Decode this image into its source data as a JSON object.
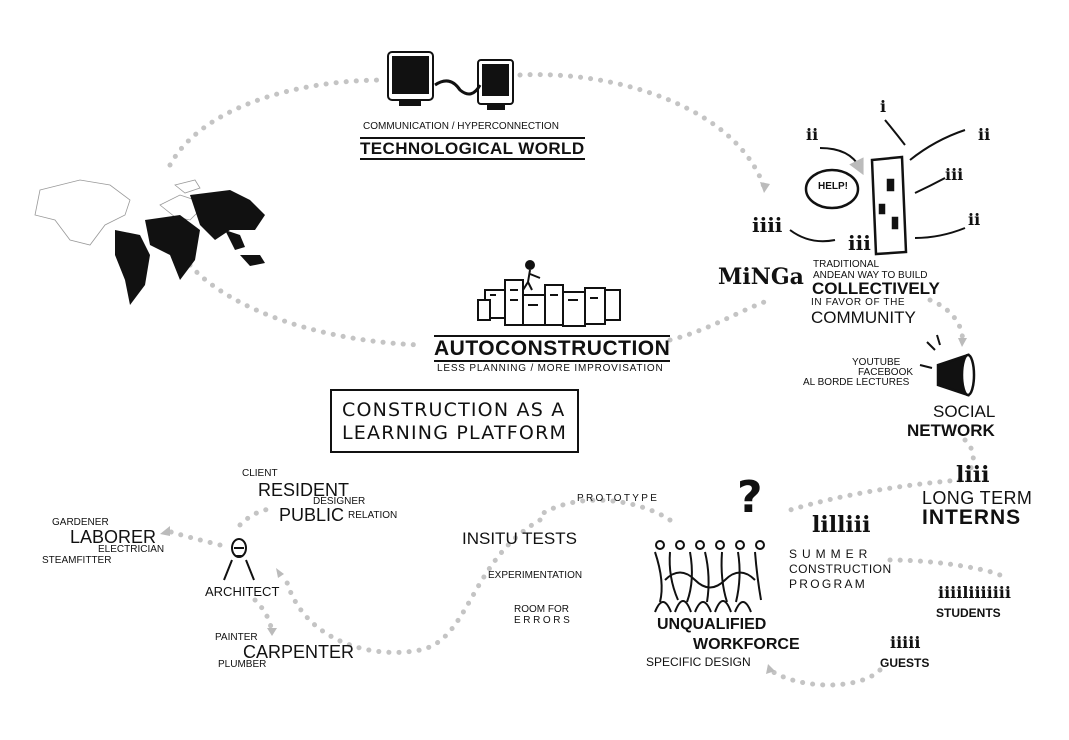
{
  "tech": {
    "sub": "COMMUNICATION / HYPERCONNECTION",
    "title": "TECHNOLOGICAL WORLD"
  },
  "minga": {
    "logo": "MiNGa",
    "line1": "TRADITIONAL",
    "line2": "ANDEAN WAY TO BUILD",
    "line3": "COLLECTIVELY",
    "line4": "IN FAVOR OF THE",
    "line5": "COMMUNITY",
    "help": "HELP!"
  },
  "autoconstruction": {
    "title": "AUTOCONSTRUCTION",
    "sub": "LESS PLANNING / MORE IMPROVISATION"
  },
  "center": {
    "line1": "CONSTRUCTION AS A",
    "line2": "LEARNING PLATFORM"
  },
  "social": {
    "youtube": "YOUTUBE",
    "facebook": "FACEBOOK",
    "lectures": "AL BORDE LECTURES",
    "title1": "SOCIAL",
    "title2": "NETWORK"
  },
  "interns": {
    "line1": "LONG TERM",
    "line2": "INTERNS"
  },
  "summer": {
    "line1": "SUMMER",
    "line2": "CONSTRUCTION",
    "line3": "PROGRAM"
  },
  "students": "STUDENTS",
  "guests": "GUESTS",
  "workforce": {
    "q": "?",
    "line1": "UNQUALIFIED",
    "line2": "WORKFORCE",
    "line3": "SPECIFIC DESIGN"
  },
  "insitu": {
    "prototype": "PROTOTYPE",
    "title": "INSITU TESTS",
    "experimentation": "EXPERIMENTATION",
    "room1": "ROOM  FOR",
    "room2": "ERRORS"
  },
  "architect": {
    "label": "ARCHITECT",
    "client": "CLIENT",
    "resident": "RESIDENT",
    "designer": "DESIGNER",
    "public": "PUBLIC",
    "relation": "RELATION",
    "gardener": "GARDENER",
    "laborer": "LABORER",
    "electrician": "ELECTRICIAN",
    "steamfitter": "STEAMFITTER",
    "painter": "PAINTER",
    "carpenter": "CARPENTER",
    "plumber": "PLUMBER"
  }
}
